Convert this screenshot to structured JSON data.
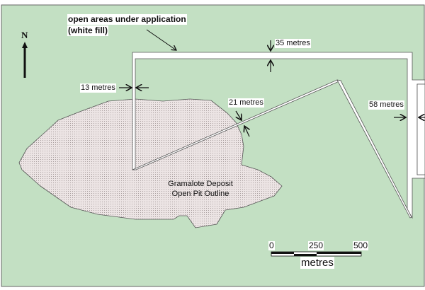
{
  "map": {
    "legend_title_line1": "open areas under application",
    "legend_title_line2": "(white fill)",
    "north_label": "N",
    "dimensions": {
      "top": "35 metres",
      "left": "13 metres",
      "diagonal": "21 metres",
      "right": "58 metres"
    },
    "deposit_line1": "Gramalote Deposit",
    "deposit_line2": "Open Pit Outline",
    "scale": {
      "tick0": "0",
      "tick1": "250",
      "tick2": "500",
      "unit": "metres"
    },
    "colors": {
      "background": "#c3e0c3",
      "pit": "#e6dede",
      "outline": "#555555",
      "open_area": "#ffffff"
    }
  }
}
